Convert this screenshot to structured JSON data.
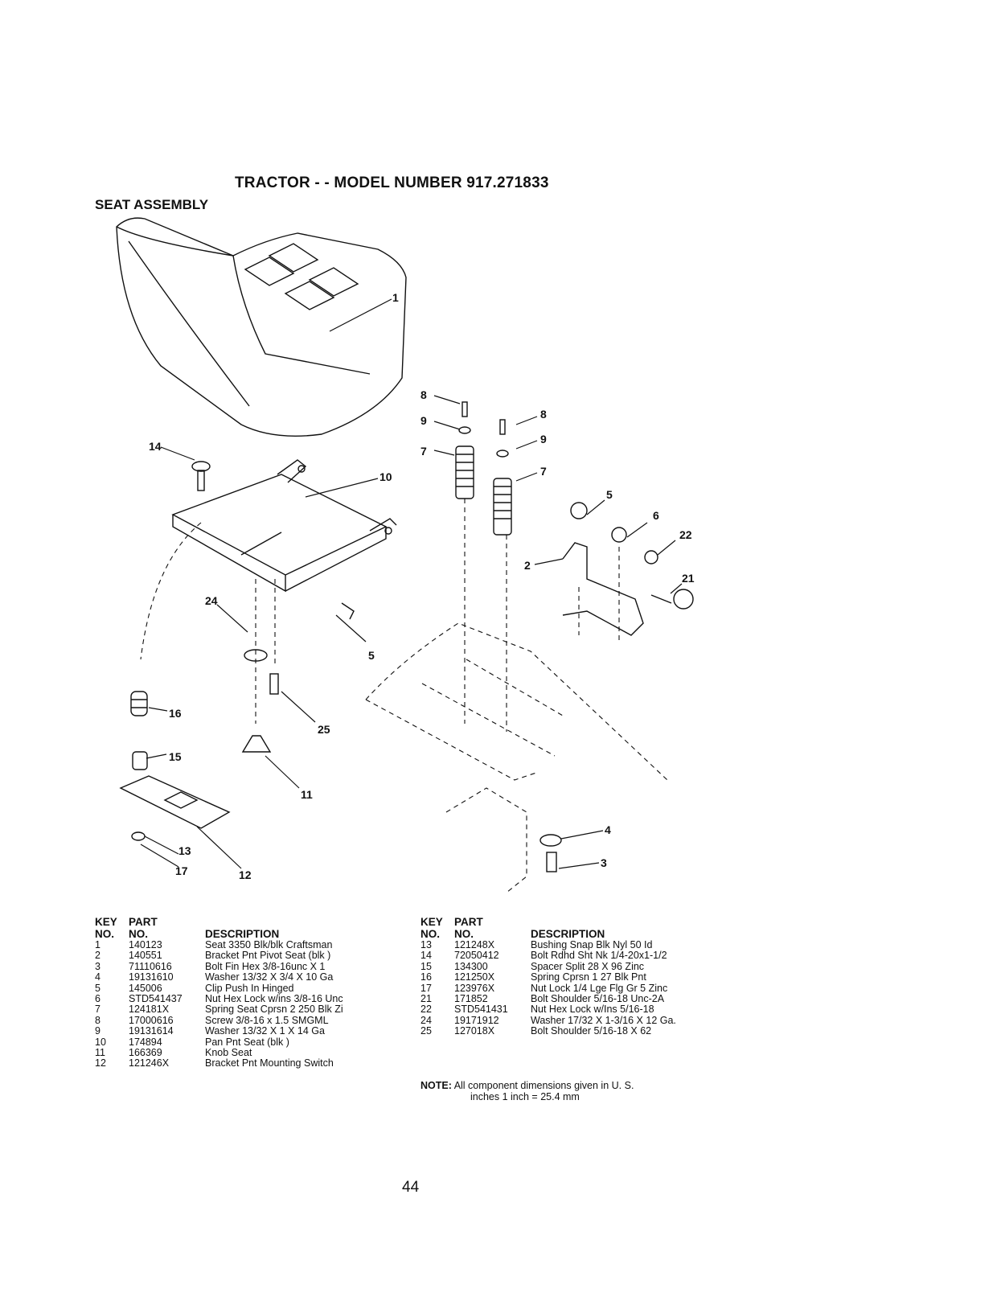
{
  "header": {
    "title": "TRACTOR - - MODEL NUMBER 917.271833",
    "subtitle": "SEAT ASSEMBLY"
  },
  "diagram": {
    "callouts": [
      "1",
      "8",
      "9",
      "7",
      "8",
      "9",
      "7",
      "14",
      "10",
      "5",
      "6",
      "22",
      "2",
      "21",
      "24",
      "5",
      "16",
      "25",
      "15",
      "11",
      "13",
      "17",
      "12",
      "4",
      "3"
    ]
  },
  "table_headers": {
    "key_line1": "KEY",
    "key_line2": "NO.",
    "part_line1": "PART",
    "part_line2": "NO.",
    "description": "DESCRIPTION"
  },
  "parts_left": [
    {
      "key": "1",
      "part": "140123",
      "desc": "Seat 3350 Blk/blk Craftsman"
    },
    {
      "key": "2",
      "part": "140551",
      "desc": "Bracket Pnt Pivot Seat (blk )"
    },
    {
      "key": "3",
      "part": "71110616",
      "desc": "Bolt Fin Hex 3/8-16unc X 1"
    },
    {
      "key": "4",
      "part": "19131610",
      "desc": "Washer 13/32 X 3/4 X 10 Ga"
    },
    {
      "key": "5",
      "part": "145006",
      "desc": "Clip Push In Hinged"
    },
    {
      "key": "6",
      "part": "STD541437",
      "desc": "Nut Hex Lock w/ins 3/8-16 Unc"
    },
    {
      "key": "7",
      "part": "124181X",
      "desc": "Spring Seat Cprsn 2 250 Blk Zi"
    },
    {
      "key": "8",
      "part": "17000616",
      "desc": "Screw 3/8-16 x 1.5 SMGML"
    },
    {
      "key": "9",
      "part": "19131614",
      "desc": "Washer 13/32 X 1 X 14 Ga"
    },
    {
      "key": "10",
      "part": "174894",
      "desc": "Pan Pnt Seat (blk )"
    },
    {
      "key": "11",
      "part": "166369",
      "desc": "Knob Seat"
    },
    {
      "key": "12",
      "part": "121246X",
      "desc": "Bracket Pnt Mounting Switch"
    }
  ],
  "parts_right": [
    {
      "key": "13",
      "part": "121248X",
      "desc": "Bushing Snap Blk Nyl 50 Id"
    },
    {
      "key": "14",
      "part": "72050412",
      "desc": "Bolt Rdhd Sht Nk 1/4-20x1-1/2"
    },
    {
      "key": "15",
      "part": "134300",
      "desc": "Spacer Split 28 X 96 Zinc"
    },
    {
      "key": "16",
      "part": "121250X",
      "desc": "Spring Cprsn 1 27 Blk Pnt"
    },
    {
      "key": "17",
      "part": "123976X",
      "desc": "Nut Lock 1/4 Lge Flg Gr 5 Zinc"
    },
    {
      "key": "21",
      "part": "171852",
      "desc": "Bolt Shoulder 5/16-18 Unc-2A"
    },
    {
      "key": "22",
      "part": "STD541431",
      "desc": "Nut Hex Lock w/Ins 5/16-18"
    },
    {
      "key": "24",
      "part": "19171912",
      "desc": "Washer 17/32 X 1-3/16 X 12 Ga."
    },
    {
      "key": "25",
      "part": "127018X",
      "desc": "Bolt Shoulder 5/16-18 X 62"
    }
  ],
  "note": {
    "label": "NOTE:",
    "line1": "All component dimensions given in U. S.",
    "line2": "inches 1 inch = 25.4 mm"
  },
  "page_number": "44"
}
